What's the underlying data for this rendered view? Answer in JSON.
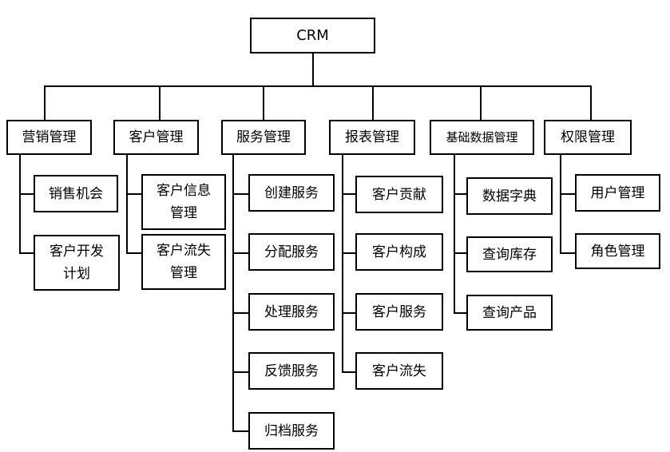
{
  "root": "CRM",
  "modules": [
    {
      "label": "营销管理",
      "children": [
        "销售机会",
        "客户开发计划"
      ]
    },
    {
      "label": "客户管理",
      "children": [
        "客户信息管理",
        "客户流失管理"
      ]
    },
    {
      "label": "服务管理",
      "children": [
        "创建服务",
        "分配服务",
        "处理服务",
        "反馈服务",
        "归档服务"
      ]
    },
    {
      "label": "报表管理",
      "children": [
        "客户贡献",
        "客户构成",
        "客户服务",
        "客户流失"
      ]
    },
    {
      "label": "基础数据管理",
      "children": [
        "数据字典",
        "查询库存",
        "查询产品"
      ]
    },
    {
      "label": "权限管理",
      "children": [
        "用户管理",
        "角色管理"
      ]
    }
  ]
}
